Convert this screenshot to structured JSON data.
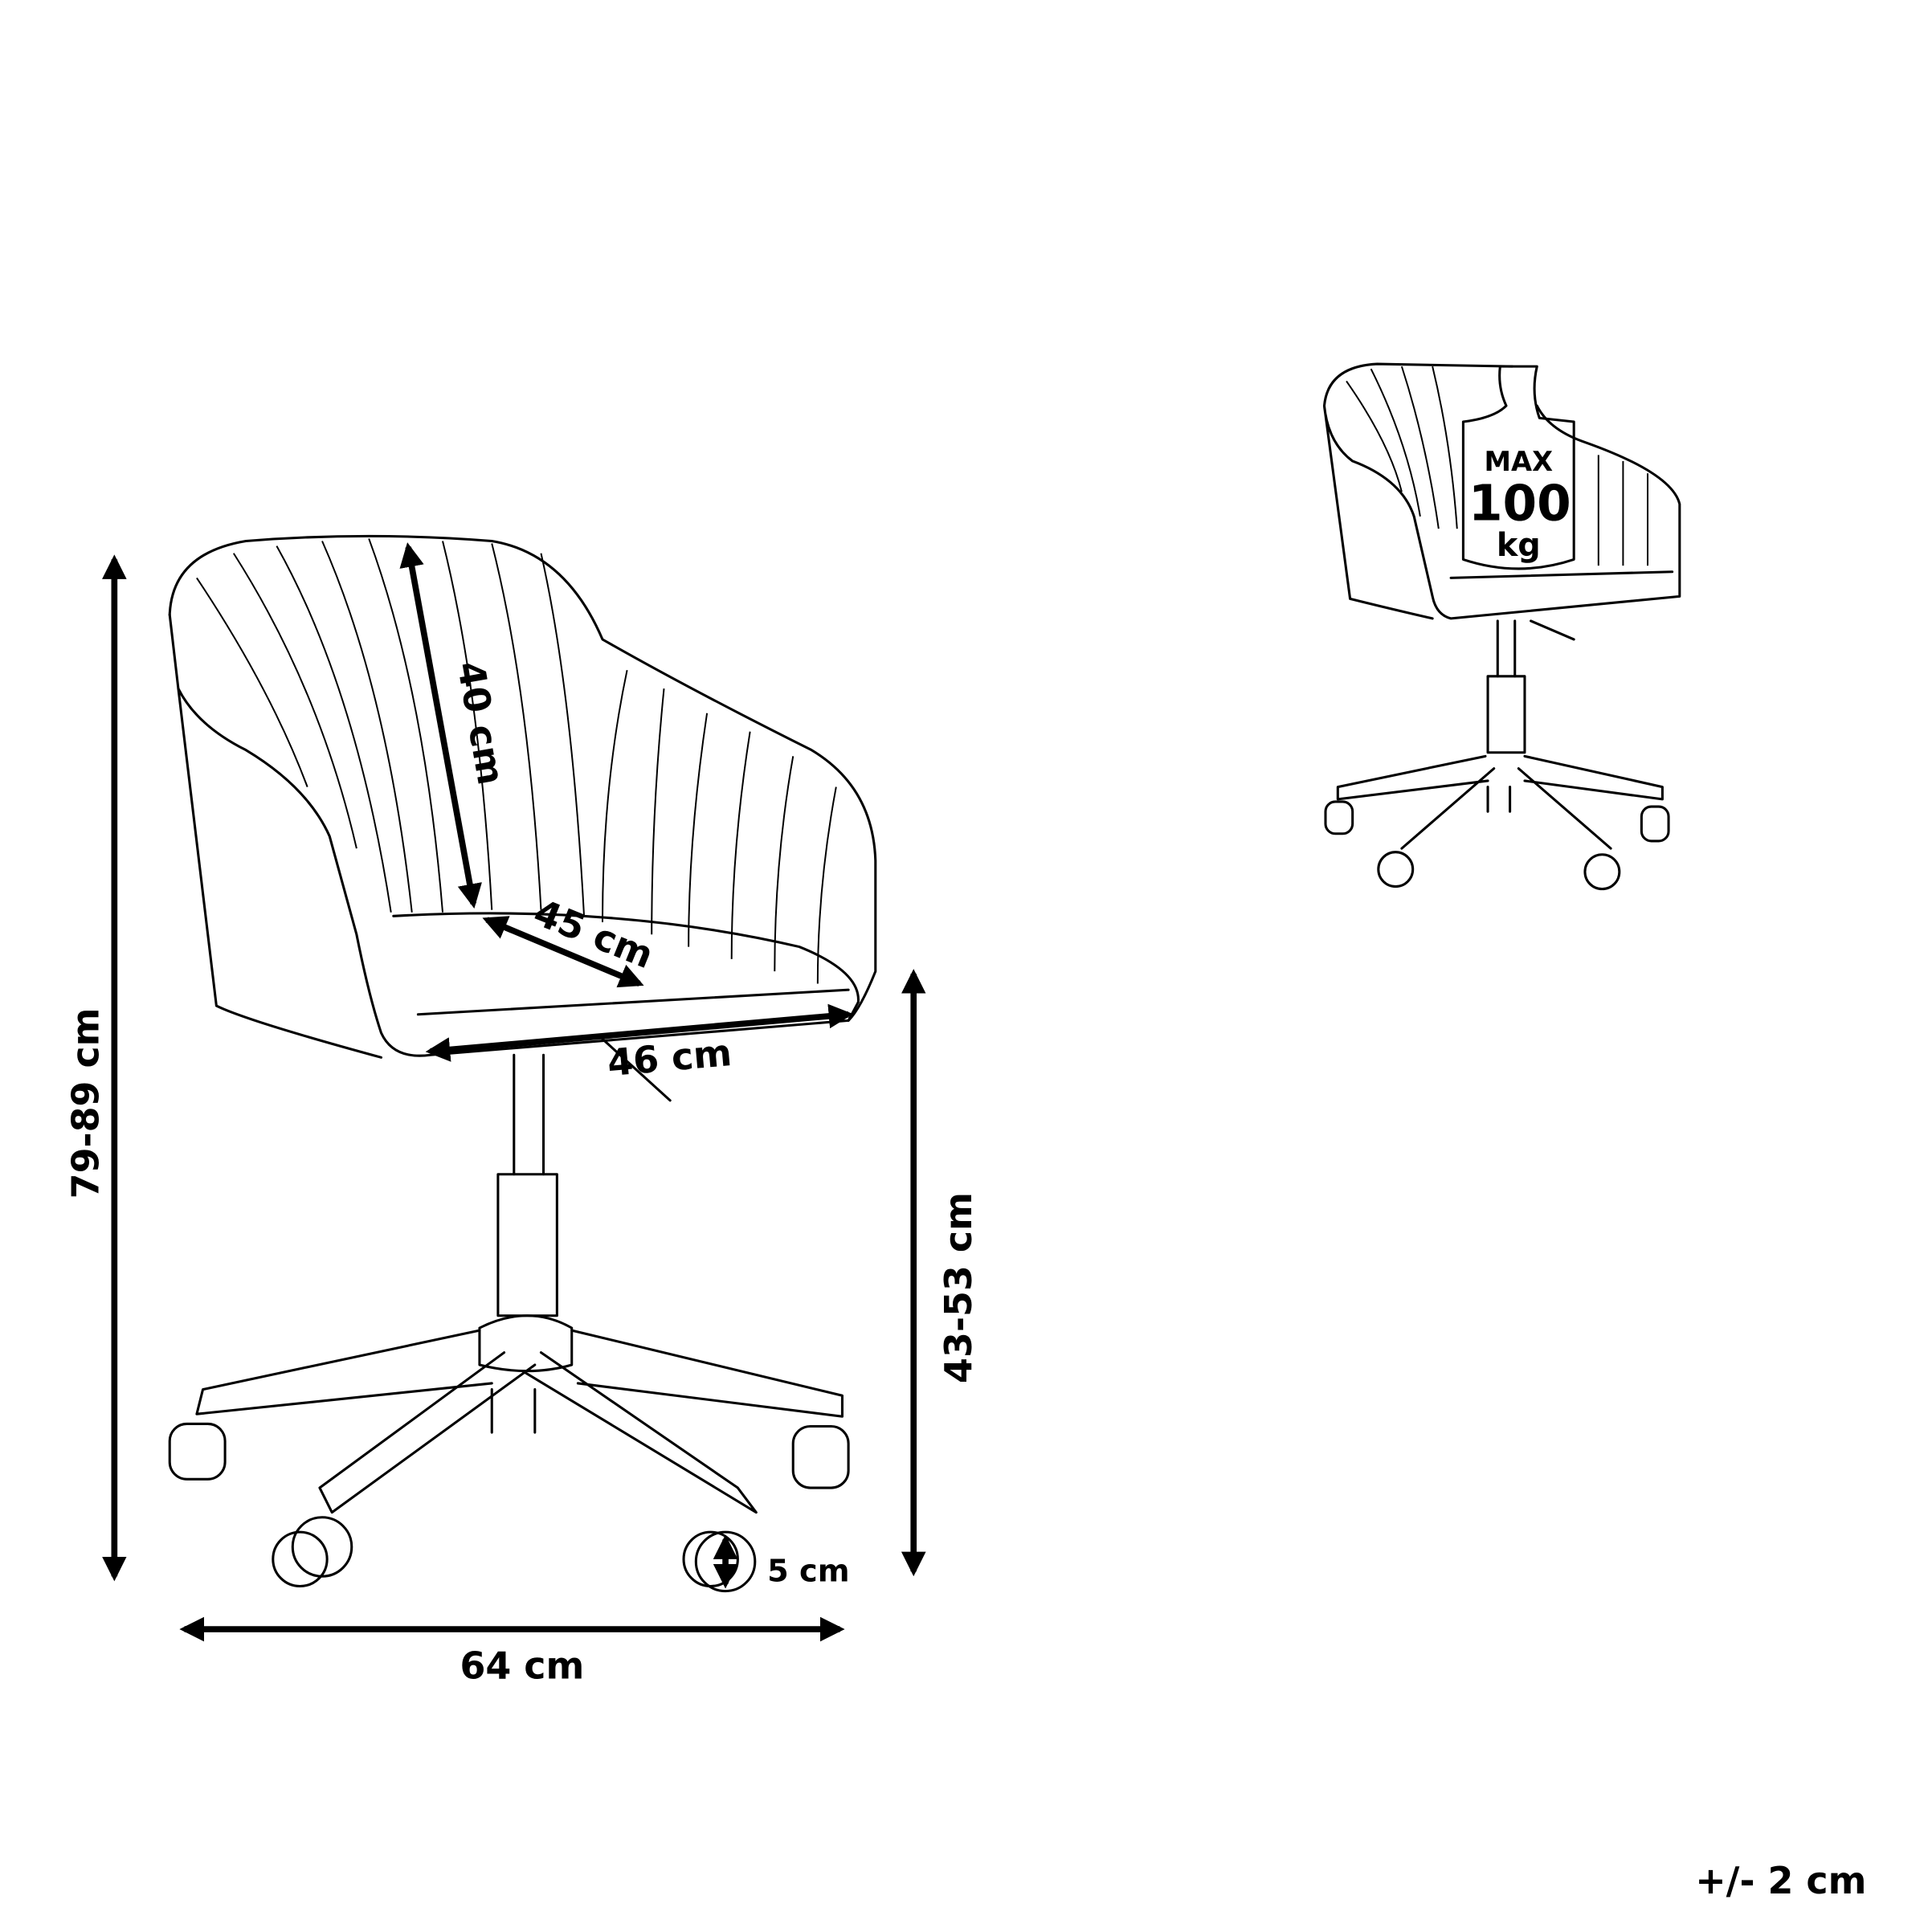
{
  "dimensions": {
    "total_height": "79-89 cm",
    "seat_height": "43-53 cm",
    "total_width": "64 cm",
    "backrest_height": "40 cm",
    "seat_depth": "45 cm",
    "seat_width": "46 cm",
    "wheel_diameter": "5 cm"
  },
  "max_load": {
    "line1": "MAX",
    "line2": "100",
    "line3": "kg"
  },
  "tolerance": "+/- 2 cm"
}
